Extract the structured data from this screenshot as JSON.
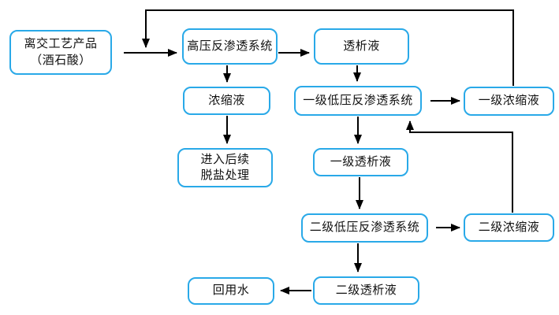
{
  "diagram": {
    "type": "flowchart",
    "accent_color": "#29A9E8",
    "line_color": "#000000",
    "nodes": [
      {
        "id": "source",
        "label": "离交工艺产品\n（酒石酸）"
      },
      {
        "id": "hp_ro",
        "label": "高压反渗透系统"
      },
      {
        "id": "dialysate",
        "label": "透析液"
      },
      {
        "id": "concentrate",
        "label": "浓缩液"
      },
      {
        "id": "s1_ro",
        "label": "一级低压反渗透系统"
      },
      {
        "id": "s1_conc",
        "label": "一级浓缩液"
      },
      {
        "id": "desalination",
        "label": "进入后续\n脱盐处理"
      },
      {
        "id": "s1_dial",
        "label": "一级透析液"
      },
      {
        "id": "s2_ro",
        "label": "二级低压反渗透系统"
      },
      {
        "id": "s2_conc",
        "label": "二级浓缩液"
      },
      {
        "id": "reuse_water",
        "label": "回用水"
      },
      {
        "id": "s2_dial",
        "label": "二级透析液"
      }
    ],
    "edges": [
      {
        "from": "source",
        "to": "hp_ro"
      },
      {
        "from": "s1_conc",
        "to": "hp_ro"
      },
      {
        "from": "hp_ro",
        "to": "dialysate"
      },
      {
        "from": "hp_ro",
        "to": "concentrate"
      },
      {
        "from": "concentrate",
        "to": "desalination"
      },
      {
        "from": "dialysate",
        "to": "s1_ro"
      },
      {
        "from": "s1_ro",
        "to": "s1_conc"
      },
      {
        "from": "s1_ro",
        "to": "s1_dial"
      },
      {
        "from": "s1_dial",
        "to": "s2_ro"
      },
      {
        "from": "s2_ro",
        "to": "s2_conc"
      },
      {
        "from": "s2_conc",
        "to": "s1_ro"
      },
      {
        "from": "s2_ro",
        "to": "s2_dial"
      },
      {
        "from": "s2_dial",
        "to": "reuse_water"
      }
    ]
  }
}
